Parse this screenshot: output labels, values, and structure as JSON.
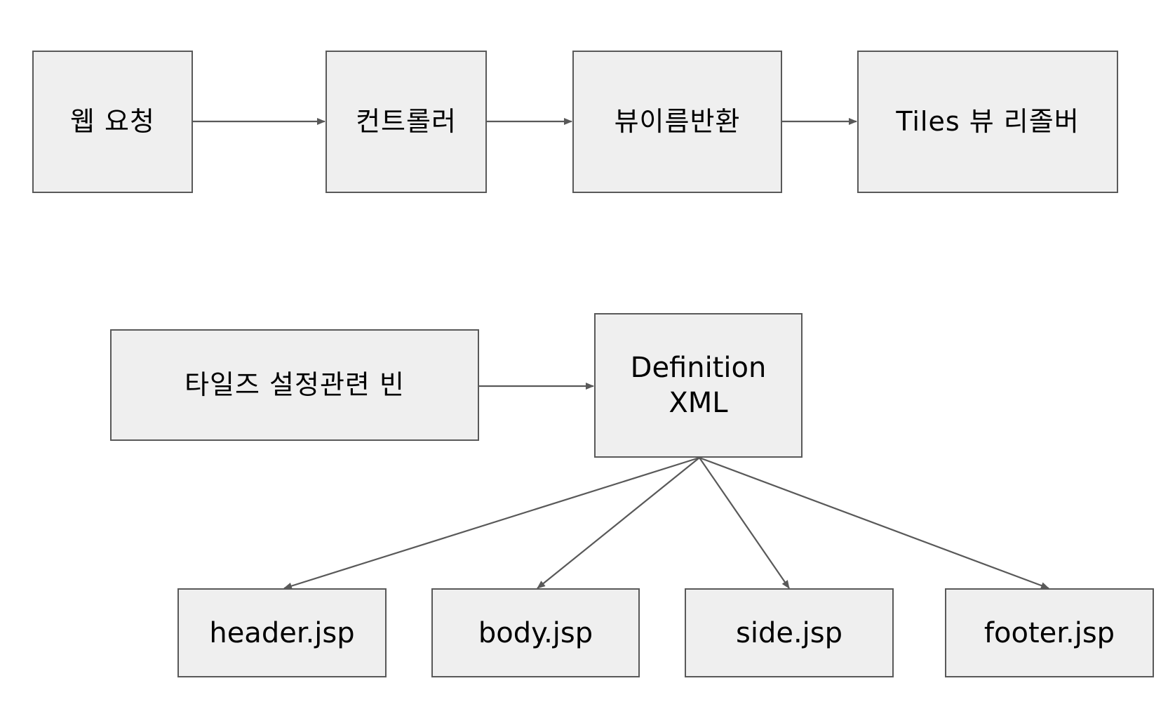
{
  "flow": {
    "web_request": "웹 요청",
    "controller": "컨트롤러",
    "view_name_return": "뷰이름반환",
    "tiles_view_resolver": "Tiles 뷰 리졸버"
  },
  "config": {
    "tiles_config_bean": "타일즈 설정관련 빈",
    "definition_xml": "Definition\nXML"
  },
  "pages": {
    "header": "header.jsp",
    "body": "body.jsp",
    "side": "side.jsp",
    "footer": "footer.jsp"
  },
  "colors": {
    "box_fill": "#efefef",
    "box_border": "#595959",
    "connector": "#595959",
    "text": "#000000"
  }
}
